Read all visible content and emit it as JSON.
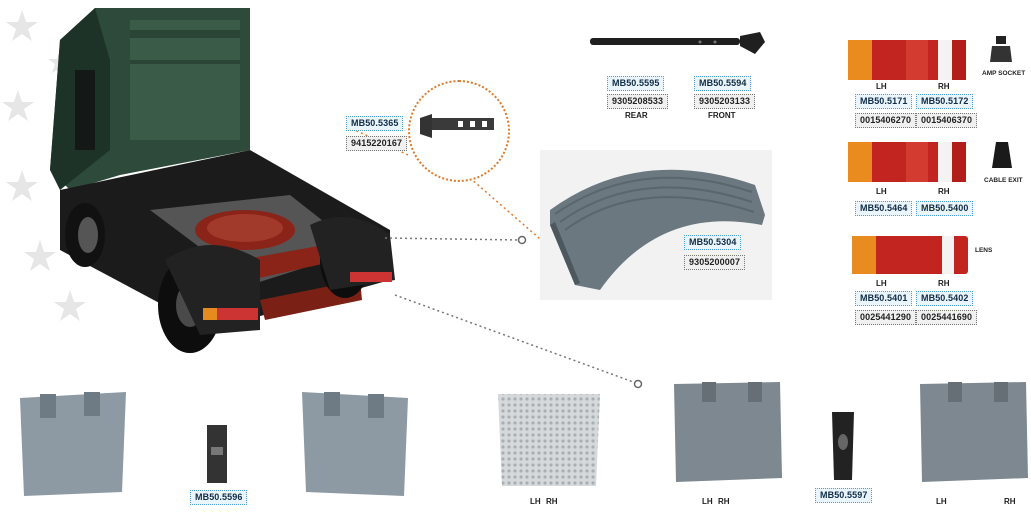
{
  "rod": {
    "rear_code": "MB50.5595",
    "rear_oem": "9305208533",
    "rear_label": "REAR",
    "front_code": "MB50.5594",
    "front_oem": "9305203133",
    "front_label": "FRONT"
  },
  "clip": {
    "code": "MB50.5365",
    "oem": "9415220167"
  },
  "mudguard": {
    "code": "MB50.5304",
    "oem": "9305200007"
  },
  "lamp1": {
    "lh_label": "LH",
    "rh_label": "RH",
    "lh_code": "MB50.5171",
    "rh_code": "MB50.5172",
    "lh_oem": "0015406270",
    "rh_oem": "0015406370"
  },
  "amp_socket": {
    "label": "AMP SOCKET"
  },
  "lamp2": {
    "lh_label": "LH",
    "rh_label": "RH",
    "lh_code": "MB50.5464",
    "rh_code": "MB50.5400"
  },
  "cable_exit": {
    "label": "CABLE EXIT"
  },
  "lamp3": {
    "label": "LENS",
    "lh_label": "LH",
    "rh_label": "RH",
    "lh_code": "MB50.5401",
    "rh_code": "MB50.5402",
    "lh_oem": "0025441290",
    "rh_oem": "0025441690"
  },
  "bottom": {
    "bracket1_code": "MB50.5596",
    "grid_lh": "LH",
    "grid_rh": "RH",
    "flap_lh": "LH",
    "flap_rh": "RH",
    "bracket2_code": "MB50.5597",
    "flap2_lh": "LH",
    "flap2_rh": "RH"
  },
  "colors": {
    "code_blue_border": "#4a9fd6",
    "code_blue_bg": "#eaf4fb",
    "callout_orange": "#e07a2a",
    "truck_green": "#2e4a3a",
    "chassis_red": "#8a2418",
    "part_grey": "#6b7880"
  }
}
